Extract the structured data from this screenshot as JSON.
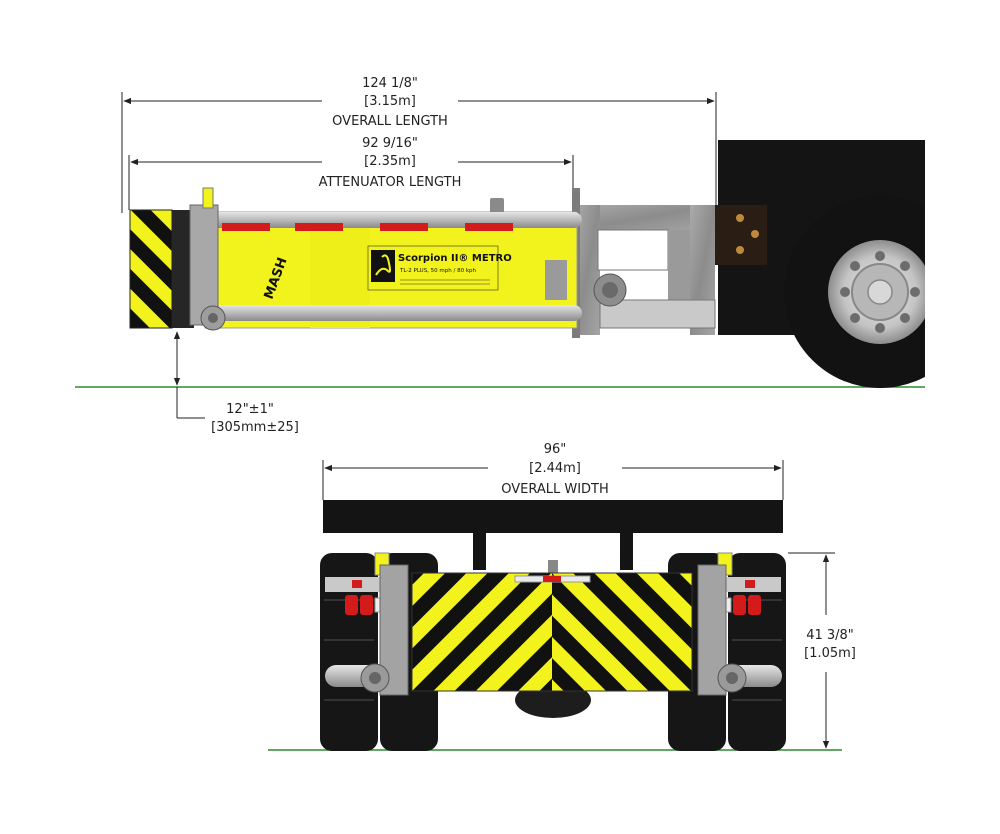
{
  "side_view": {
    "overall_length": {
      "imperial": "124 1/8\"",
      "metric": "3.15m",
      "label": "OVERALL LENGTH"
    },
    "attenuator_length": {
      "imperial": "92 9/16\"",
      "metric": "2.35m",
      "label": "ATTENUATOR LENGTH"
    },
    "ground_clearance": {
      "imperial": "12\"±1\"",
      "metric": "305mm±25"
    },
    "panel_brand": "Scorpion II® METRO",
    "panel_sub": "TL-2 PLUS, 50 mph / 80 kph",
    "side_text": "MASH"
  },
  "rear_view": {
    "overall_width": {
      "imperial": "96\"",
      "metric": "2.44m",
      "label": "OVERALL WIDTH"
    },
    "height": {
      "imperial": "41 3/8\"",
      "metric": "1.05m"
    }
  },
  "colors": {
    "ground": "#2e8b2e",
    "safety_yellow": "#f2f21c",
    "black": "#111111",
    "steel": "#9a9a9a",
    "reflector_red": "#d41b1b"
  },
  "icons": {
    "logo": "scorpion-icon"
  }
}
